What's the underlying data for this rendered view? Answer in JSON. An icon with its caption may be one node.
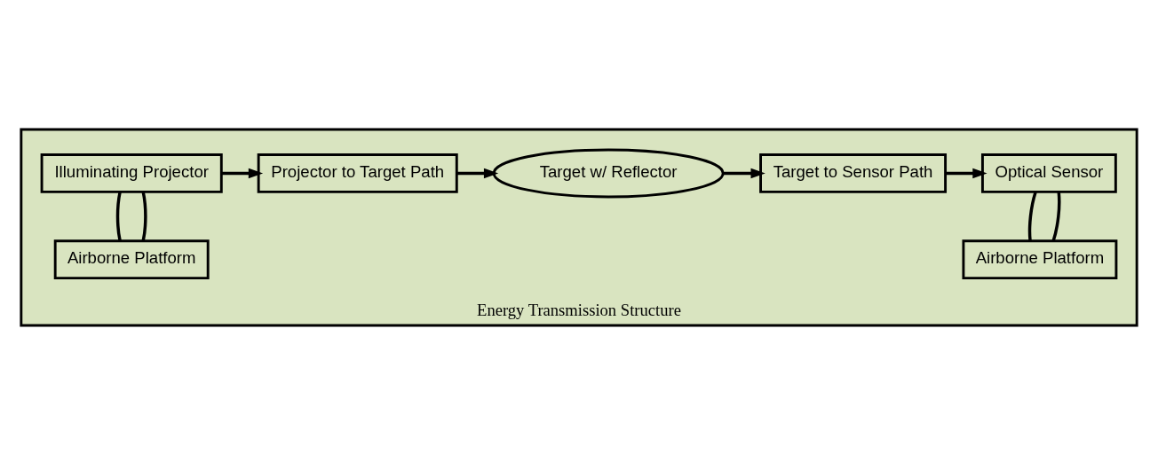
{
  "diagram": {
    "nodes": [
      {
        "text": [
          "Energy Transmission Structure"
        ]
      },
      {
        "text": [
          "Illuminating Projector"
        ],
        "in": 0
      },
      {
        "text": [
          "Projector to Target Path"
        ],
        "in": 0
      },
      {
        "text": [
          "Target w/ Reflector"
        ],
        "in": 0
      },
      {
        "text": [
          "Target to Sensor Path"
        ],
        "in": 0
      },
      {
        "text": [
          "Optical Sensor"
        ],
        "in": 0
      },
      {
        "text": [
          "Airborne Platform"
        ],
        "in": 0
      },
      {
        "text": [
          "Airborne Platform"
        ],
        "in": 0
      }
    ],
    "edges": [
      {
        "from": 1,
        "to": 2,
        "arrow": "to"
      },
      {
        "from": 2,
        "to": 3,
        "arrow": "to"
      },
      {
        "from": 3,
        "to": 4,
        "arrow": "to"
      },
      {
        "from": 4,
        "to": 5,
        "arrow": "to"
      },
      {
        "from": 1,
        "to": 6,
        "arrow": "none"
      },
      {
        "from": 1,
        "to": 6,
        "arrow": "none"
      },
      {
        "from": 5,
        "to": 7,
        "arrow": "none"
      },
      {
        "from": 5,
        "to": 7,
        "arrow": "none"
      }
    ]
  }
}
